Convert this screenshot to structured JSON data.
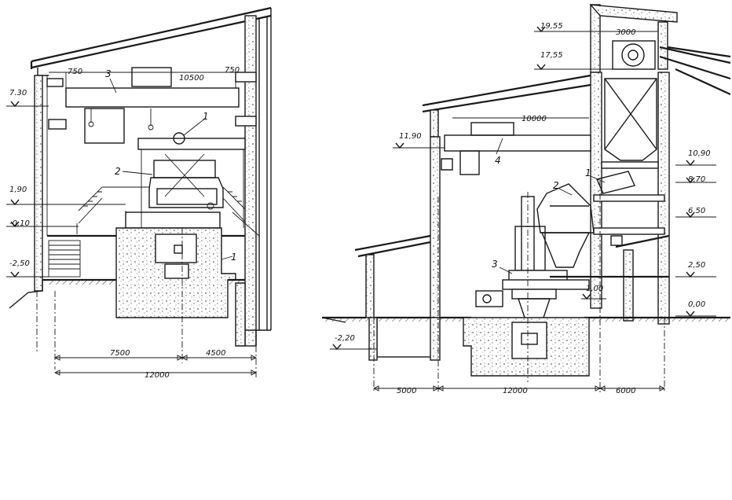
{
  "left_section": {
    "elevations": [
      "7.30",
      "1,90",
      "-0,10",
      "-2,50"
    ],
    "crane_dims": [
      "750",
      "10500",
      "750"
    ],
    "bottom_dims": [
      "7500",
      "4500",
      "12000"
    ],
    "callouts": [
      "3",
      "1",
      "2",
      "1"
    ]
  },
  "right_section": {
    "elevations_left": [
      "11,90",
      "-2,20"
    ],
    "elevations_top": [
      "19,55",
      "17,55"
    ],
    "elevations_right": [
      "10,90",
      "8,70",
      "6,50",
      "2,50",
      "0,00"
    ],
    "elevation_mid": "1,00",
    "dims_top": [
      "3000",
      "10000"
    ],
    "bottom_dims": [
      "5000",
      "12000",
      "6000"
    ],
    "callouts": [
      "4",
      "1",
      "2",
      "3"
    ]
  }
}
